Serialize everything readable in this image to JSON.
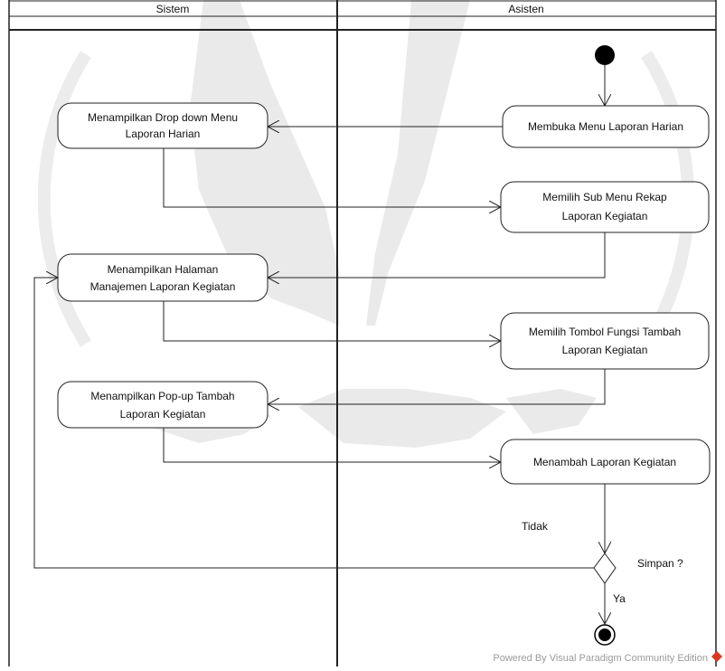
{
  "diagram": {
    "lanes": [
      {
        "id": "lane-sistem",
        "title": "Sistem"
      },
      {
        "id": "lane-asisten",
        "title": "Asisten"
      }
    ],
    "actions": [
      {
        "id": "a1",
        "lane": "Asisten",
        "lines": [
          "Membuka Menu Laporan Harian"
        ]
      },
      {
        "id": "s1",
        "lane": "Sistem",
        "lines": [
          "Menampilkan Drop down Menu",
          "Laporan Harian"
        ]
      },
      {
        "id": "a2",
        "lane": "Asisten",
        "lines": [
          "Memilih Sub Menu Rekap",
          "Laporan Kegiatan"
        ]
      },
      {
        "id": "s2",
        "lane": "Sistem",
        "lines": [
          "Menampilkan Halaman",
          "Manajemen Laporan Kegiatan"
        ]
      },
      {
        "id": "a3",
        "lane": "Asisten",
        "lines": [
          "Memilih Tombol Fungsi Tambah",
          "Laporan Kegiatan"
        ]
      },
      {
        "id": "s3",
        "lane": "Sistem",
        "lines": [
          "Menampilkan Pop-up Tambah",
          "Laporan Kegiatan"
        ]
      },
      {
        "id": "a4",
        "lane": "Asisten",
        "lines": [
          "Menambah Laporan Kegiatan"
        ]
      }
    ],
    "decision": {
      "label": "Simpan ?",
      "no_label": "Tidak",
      "yes_label": "Ya"
    },
    "footer": "Powered By  Visual Paradigm Community Edition",
    "colors": {
      "line": "#222222",
      "fill": "#ffffff",
      "node": "#000000",
      "watermark": "#d9d9d9",
      "footer": "#9a9a9a",
      "vp_logo": "#d9381e"
    }
  }
}
